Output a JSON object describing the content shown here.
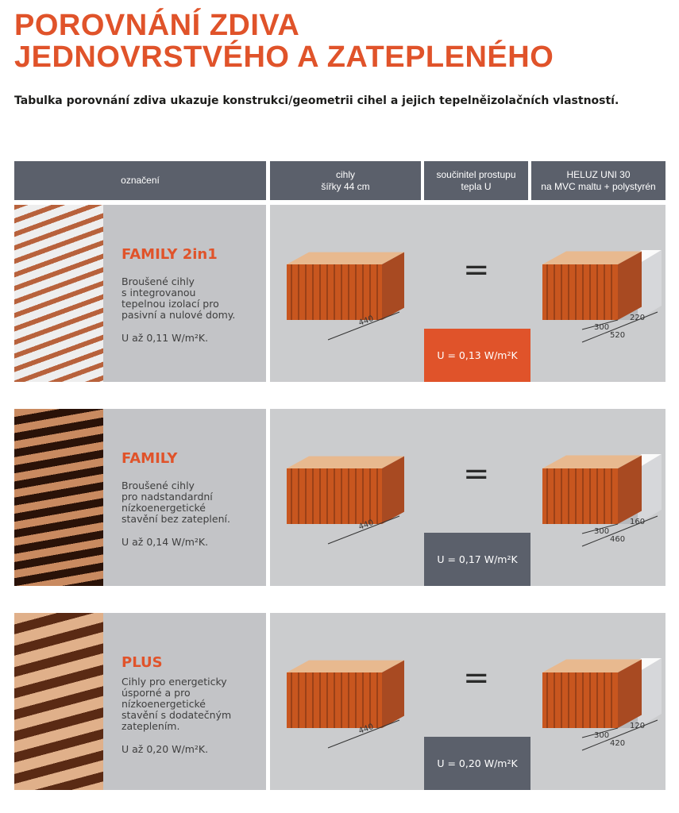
{
  "title": [
    "POROVNÁNÍ ZDIVA",
    "JEDNOVRSTVÉHO A  ZATEPLENÉHO"
  ],
  "subtitle": "Tabulka porovnání zdiva ukazuje konstrukci/geometrii cihel a jejich tepelněizolačních vlastností.",
  "headers": [
    "označení",
    "cihly\nšířky 44 cm",
    "součinitel prostupu\ntepla U",
    "HELUZ UNI 30\nna MVC maltu + polystyrén"
  ],
  "colors": {
    "accent": "#e0532a",
    "header": "#5b606b"
  },
  "rows": [
    {
      "name": "FAMILY 2in1",
      "desc": "Broušené cihly\ns integrovanou\ntepelnou izolací pro\npasivní a nulové domy.",
      "u": "U až 0,11 W/m²K.",
      "brick_dim": "440",
      "equals": "=",
      "u_box": "U = 0,13 W/m²K",
      "u_box_color": "#e0532a",
      "dims": [
        "300",
        "220",
        "520"
      ]
    },
    {
      "name": "FAMILY",
      "desc": "Broušené cihly\npro nadstandardní\nnízkoenergetické\nstavění bez zateplení.",
      "u": "U až 0,14 W/m²K.",
      "brick_dim": "440",
      "equals": "=",
      "u_box": "U = 0,17 W/m²K",
      "u_box_color": "#5b606b",
      "dims": [
        "300",
        "160",
        "460"
      ]
    },
    {
      "name": "PLUS",
      "desc": "Cihly pro energeticky\núsporné a pro\nnízkoenergetické\nstavění s dodatečným\nzateplením.",
      "u": "U až 0,20 W/m²K.",
      "brick_dim": "440",
      "equals": "=",
      "u_box": "U = 0,20 W/m²K",
      "u_box_color": "#5b606b",
      "dims": [
        "300",
        "120",
        "420"
      ]
    }
  ]
}
